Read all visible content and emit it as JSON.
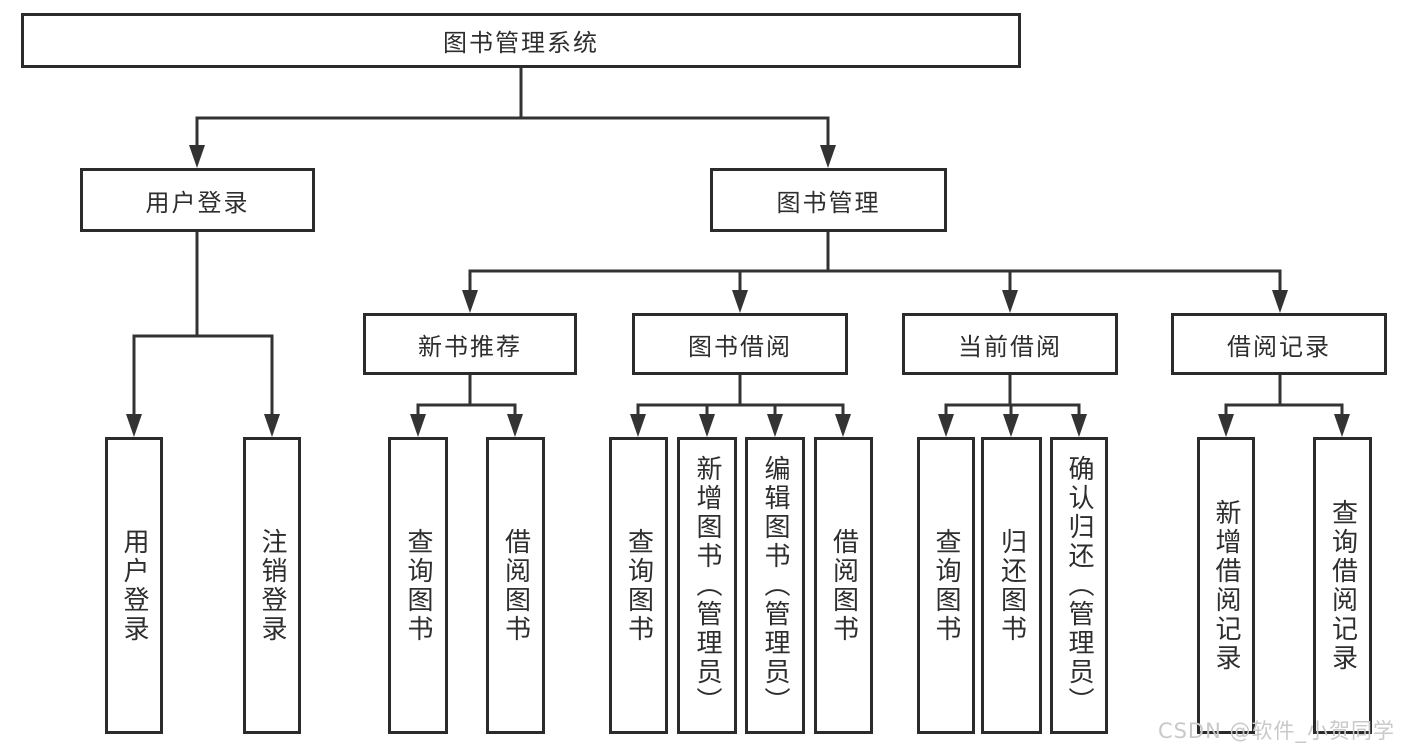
{
  "diagram": {
    "root": {
      "label": "图书管理系统"
    },
    "branches": [
      {
        "label": "用户登录",
        "children": [
          {
            "label": "用户登录"
          },
          {
            "label": "注销登录"
          }
        ]
      },
      {
        "label": "图书管理",
        "children": [
          {
            "label": "新书推荐",
            "children": [
              {
                "label": "查询图书"
              },
              {
                "label": "借阅图书"
              }
            ]
          },
          {
            "label": "图书借阅",
            "children": [
              {
                "label": "查询图书"
              },
              {
                "label": "新增图书（管理员）"
              },
              {
                "label": "编辑图书（管理员）"
              },
              {
                "label": "借阅图书"
              }
            ]
          },
          {
            "label": "当前借阅",
            "children": [
              {
                "label": "查询图书"
              },
              {
                "label": "归还图书"
              },
              {
                "label": "确认归还（管理员）"
              }
            ]
          },
          {
            "label": "借阅记录",
            "children": [
              {
                "label": "新增借阅记录"
              },
              {
                "label": "查询借阅记录"
              }
            ]
          }
        ]
      }
    ]
  },
  "colors": {
    "line": "#333333",
    "box_border": "#2b2b2b",
    "text": "#2e2e2e",
    "watermark": "#c9c9c9"
  },
  "watermark": {
    "text": "CSDN @软件_小贺同学"
  }
}
